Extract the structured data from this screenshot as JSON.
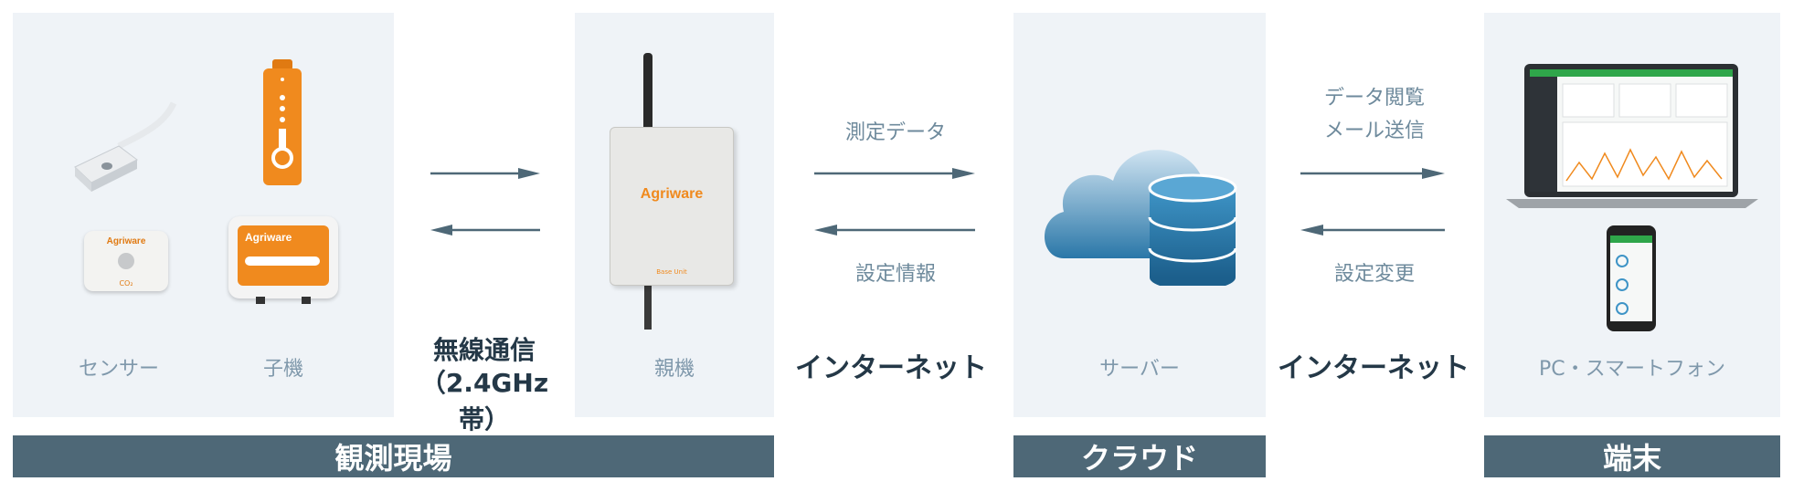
{
  "panels": {
    "field": {
      "sensor_label": "センサー",
      "child_label": "子機",
      "brand": "Agriware",
      "co2": "CO₂"
    },
    "parent": {
      "label": "親機",
      "brand": "Agriware",
      "unit_text": "Base Unit"
    },
    "server": {
      "label": "サーバー"
    },
    "device": {
      "label": "PC・スマートフォン"
    }
  },
  "links": {
    "wireless": {
      "line1": "無線通信",
      "line2": "（2.4GHz 帯）"
    },
    "internet1": {
      "label": "インターネット",
      "up": "測定データ",
      "down": "設定情報"
    },
    "internet2": {
      "label": "インターネット",
      "up1": "データ閲覧",
      "up2": "メール送信",
      "down": "設定変更"
    }
  },
  "bars": {
    "field": "観測現場",
    "cloud": "クラウド",
    "terminal": "端末"
  },
  "colors": {
    "bar": "#4e6877",
    "panel": "#eff3f7",
    "accent": "#f08a1e",
    "label": "#7f98ab",
    "arrow": "#4e6877"
  }
}
